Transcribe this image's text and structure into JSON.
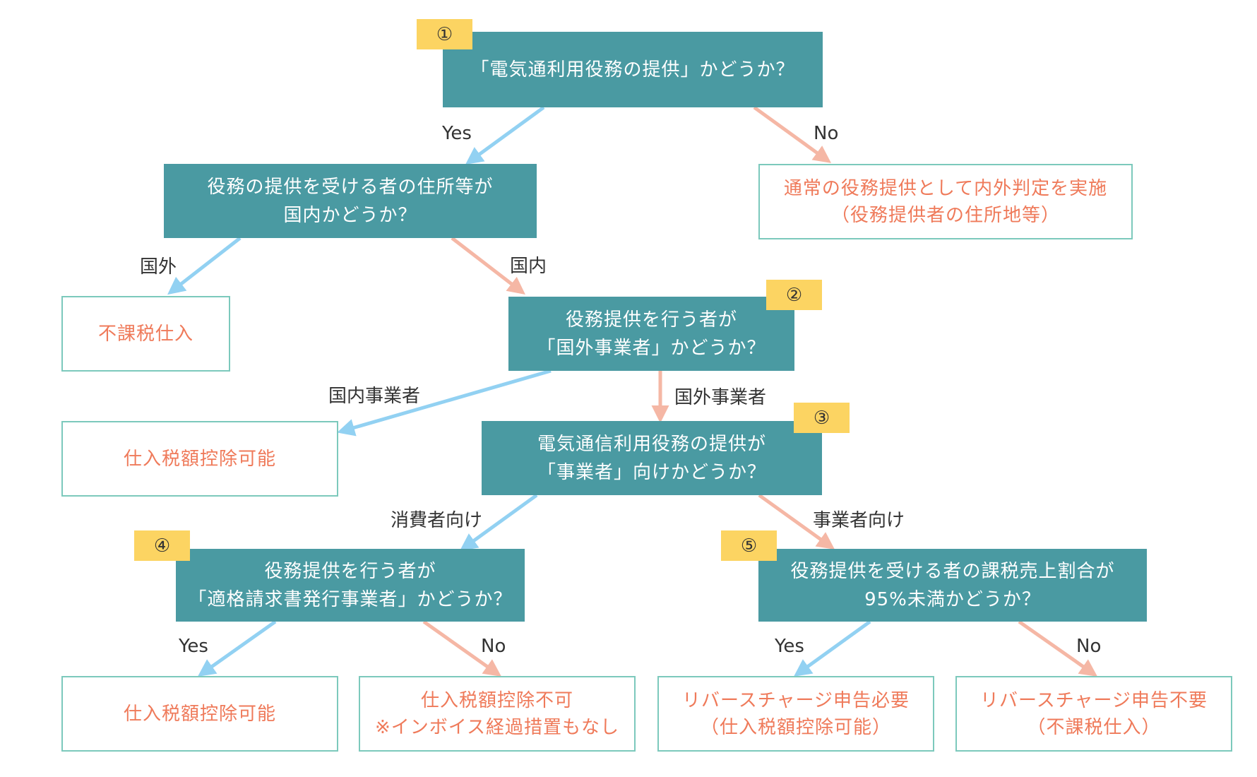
{
  "colors": {
    "question_fill": "#4a9aa2",
    "result_border": "#7cc9bc",
    "result_text": "#ef7a5a",
    "badge_fill": "#fcd462",
    "arrow_left": "#92d1f2",
    "arrow_right": "#f5b7a5"
  },
  "badges": {
    "b1": "①",
    "b2": "②",
    "b3": "③",
    "b4": "④",
    "b5": "⑤"
  },
  "questions": {
    "q1": [
      "「電気通利用役務の提供」かどうか？"
    ],
    "q2": [
      "役務の提供を受ける者の住所等が",
      "国内かどうか？"
    ],
    "q3": [
      "役務提供を行う者が",
      "「国外事業者」かどうか？"
    ],
    "q4": [
      "電気通信利用役務の提供が",
      "「事業者」向けかどうか？"
    ],
    "q5": [
      "役務提供を行う者が",
      "「適格請求書発行事業者」かどうか？"
    ],
    "q6": [
      "役務提供を受ける者の課税売上割合が",
      "95%未満かどうか？"
    ]
  },
  "results": {
    "r1": [
      "通常の役務提供として内外判定を実施",
      "（役務提供者の住所地等）"
    ],
    "r2": [
      "不課税仕入"
    ],
    "r3": [
      "仕入税額控除可能"
    ],
    "r4": [
      "仕入税額控除可能"
    ],
    "r5": [
      "仕入税額控除不可",
      "※インボイス経過措置もなし"
    ],
    "r6": [
      "リバースチャージ申告必要",
      "（仕入税額控除可能）"
    ],
    "r7": [
      "リバースチャージ申告不要",
      "（不課税仕入）"
    ]
  },
  "edge_labels": {
    "q1_yes": "Yes",
    "q1_no": "No",
    "q2_abroad": "国外",
    "q2_domestic": "国内",
    "q3_domestic": "国内事業者",
    "q3_foreign": "国外事業者",
    "q4_consumer": "消費者向け",
    "q4_business": "事業者向け",
    "q5_yes": "Yes",
    "q5_no": "No",
    "q6_yes": "Yes",
    "q6_no": "No"
  }
}
